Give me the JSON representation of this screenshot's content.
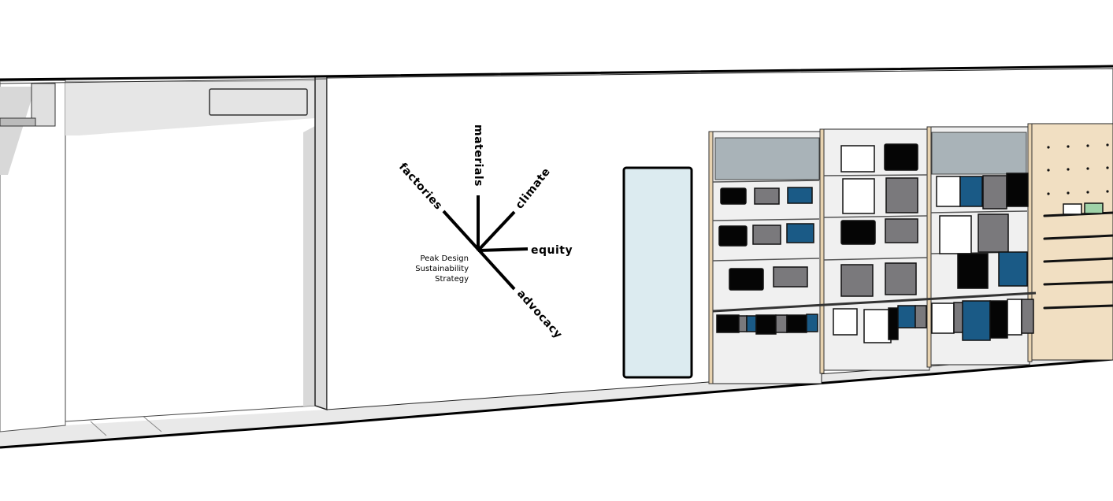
{
  "scene": {
    "title": "Store wall elevation model",
    "wall_graphic": {
      "spokes": [
        "materials",
        "climate",
        "equity",
        "advocacy",
        "factories"
      ],
      "center_text": [
        "Peak Design",
        "Sustainability",
        "Strategy"
      ]
    },
    "colors": {
      "wall": "#ffffff",
      "floor": "#e8e8e8",
      "glass": "#dcebf0",
      "plywood": "#f1dfc2",
      "product_blue": "#1a5a86",
      "product_gray": "#7a797c",
      "product_black": "#050505",
      "product_green": "#9fd2a8"
    }
  }
}
